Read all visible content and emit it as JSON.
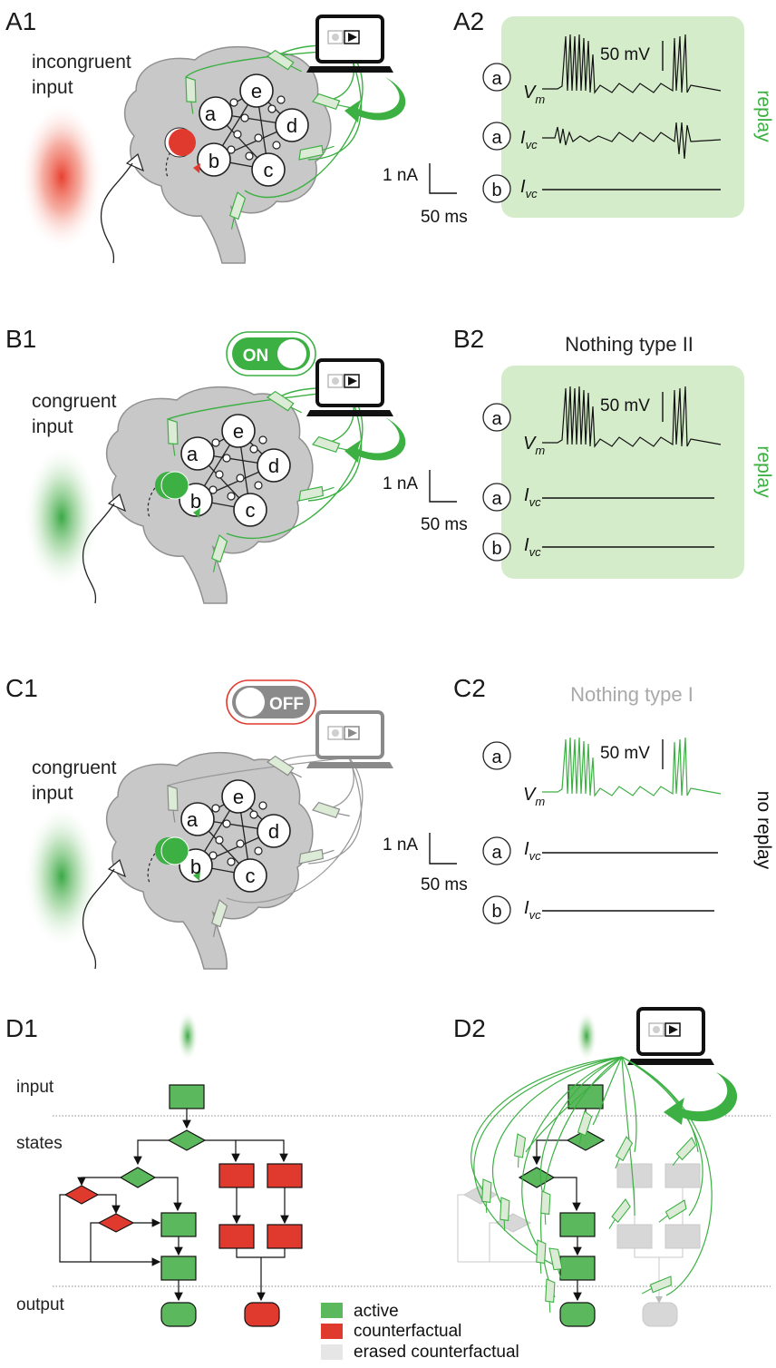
{
  "colors": {
    "green": "#3cb043",
    "green_light": "#d5ecca",
    "red": "#e03a2f",
    "gray": "#c8c8c8",
    "gray_text": "#a9a9a9",
    "dark": "#1a1a1a"
  },
  "panels": {
    "A1": {
      "label": "A1",
      "input_text_1": "incongruent",
      "input_text_2": "input"
    },
    "A2": {
      "label": "A2",
      "scale_mv": "50 mV",
      "scale_na": "1 nA",
      "scale_ms": "50 ms",
      "side_label": "replay"
    },
    "B1": {
      "label": "B1",
      "input_text_1": "congruent",
      "input_text_2": "input",
      "toggle": "ON"
    },
    "B2": {
      "label": "B2",
      "title": "Nothing type II",
      "scale_mv": "50 mV",
      "scale_na": "1 nA",
      "scale_ms": "50 ms",
      "side_label": "replay"
    },
    "C1": {
      "label": "C1",
      "input_text_1": "congruent",
      "input_text_2": "input",
      "toggle": "OFF"
    },
    "C2": {
      "label": "C2",
      "title": "Nothing type I",
      "scale_mv": "50 mV",
      "scale_na": "1 nA",
      "scale_ms": "50 ms",
      "side_label": "no replay"
    },
    "D1": {
      "label": "D1",
      "row_input": "input",
      "row_states": "states",
      "row_output": "output"
    },
    "D2": {
      "label": "D2"
    }
  },
  "neurons": [
    "a",
    "b",
    "c",
    "d",
    "e"
  ],
  "trace_labels": {
    "vm": "V",
    "vm_sub": "m",
    "ivc": "I",
    "ivc_sub": "vc",
    "a": "a",
    "b": "b"
  },
  "legend": [
    {
      "label": "active",
      "color": "#5cb85c"
    },
    {
      "label": "counterfactual",
      "color": "#e03a2f"
    },
    {
      "label": "erased counterfactual",
      "color": "#e6e6e6"
    }
  ]
}
